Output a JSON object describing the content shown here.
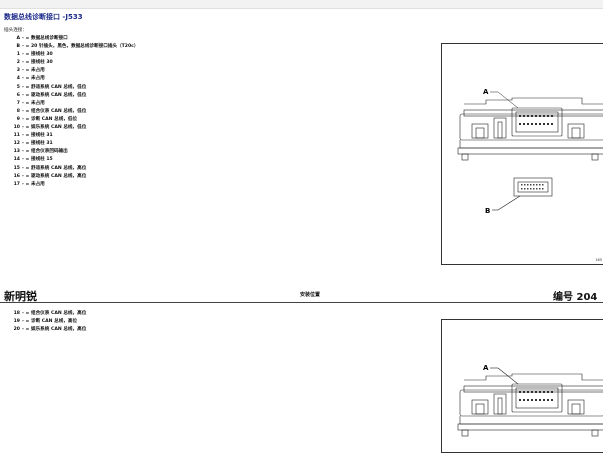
{
  "document": {
    "title": "数据总线诊断接口 -J533",
    "connection_label": "插头连接：",
    "pins_page1": [
      {
        "pin": "A",
        "text": "数据总线诊断接口"
      },
      {
        "pin": "B",
        "text": "20 针插头，黑色，数据总线诊断接口插头（T20c）"
      },
      {
        "pin": "1",
        "text": "接线柱 30"
      },
      {
        "pin": "2",
        "text": "接线柱 30"
      },
      {
        "pin": "3",
        "text": "未占用"
      },
      {
        "pin": "4",
        "text": "未占用"
      },
      {
        "pin": "5",
        "text": "舒适系统 CAN 总线，低位"
      },
      {
        "pin": "6",
        "text": "驱动系统 CAN 总线，低位"
      },
      {
        "pin": "7",
        "text": "未占用"
      },
      {
        "pin": "8",
        "text": "组合仪表 CAN 总线，低位"
      },
      {
        "pin": "9",
        "text": "诊断 CAN 总线，低位"
      },
      {
        "pin": "10",
        "text": "娱乐系统 CAN 总线，低位"
      },
      {
        "pin": "11",
        "text": "接线柱 31"
      },
      {
        "pin": "12",
        "text": "接线柱 31"
      },
      {
        "pin": "13",
        "text": "组合仪表回码输出"
      },
      {
        "pin": "14",
        "text": "接线柱 15"
      },
      {
        "pin": "15",
        "text": "舒适系统 CAN 总线，高位"
      },
      {
        "pin": "16",
        "text": "驱动系统 CAN 总线，高位"
      },
      {
        "pin": "17",
        "text": "未占用"
      }
    ],
    "pins_page2": [
      {
        "pin": "18",
        "text": "组合仪表 CAN 总线，高位"
      },
      {
        "pin": "19",
        "text": "诊断 CAN 总线，高位"
      },
      {
        "pin": "20",
        "text": "娱乐系统 CAN 总线，高位"
      }
    ],
    "dash": "- =",
    "footer": {
      "brand": "新明锐",
      "center": "安装位置",
      "page_id": "编号 204"
    },
    "figure": {
      "callout_a": "A",
      "callout_b": "B",
      "code": "165"
    }
  }
}
